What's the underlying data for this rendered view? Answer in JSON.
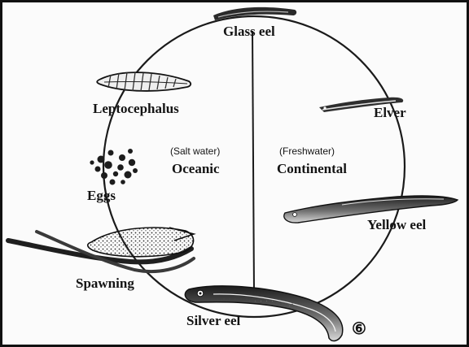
{
  "diagram": {
    "stages": {
      "glass_eel": "Glass eel",
      "elver": "Elver",
      "yellow_eel": "Yellow eel",
      "silver_eel": "Silver eel",
      "spawning": "Spawning",
      "eggs": "Eggs",
      "leptocephalus": "Leptocephalus"
    },
    "zones": {
      "oceanic_note": "(Salt water)",
      "oceanic": "Oceanic",
      "continental_note": "(Freshwater)",
      "continental": "Continental"
    },
    "symbol": "⑥"
  }
}
